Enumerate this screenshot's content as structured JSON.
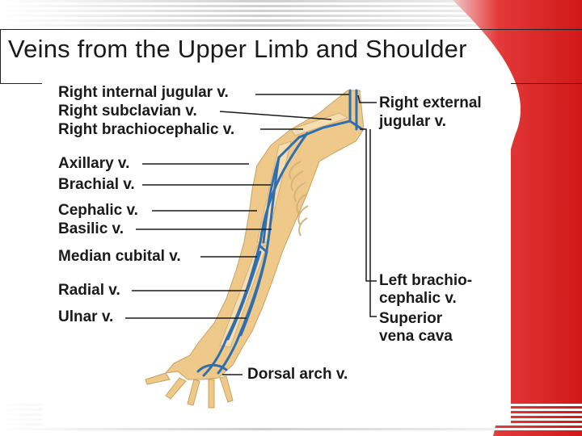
{
  "slide": {
    "title": "Veins from the Upper Limb and Shoulder"
  },
  "labels": {
    "right_internal_jugular": "Right internal jugular v.",
    "right_subclavian": "Right subclavian v.",
    "right_brachiocephalic": "Right brachiocephalic v.",
    "axillary": "Axillary v.",
    "brachial": "Brachial v.",
    "cephalic": "Cephalic v.",
    "basilic": "Basilic v.",
    "median_cubital": "Median cubital v.",
    "radial": "Radial v.",
    "ulnar": "Ulnar v.",
    "dorsal_arch": "Dorsal arch v.",
    "right_external_jugular_1": "Right external",
    "right_external_jugular_2": "jugular v.",
    "left_brachiocephalic_1": "Left brachio-",
    "left_brachiocephalic_2": "cephalic v.",
    "superior_vena_cava_1": "Superior",
    "superior_vena_cava_2": "vena cava"
  },
  "colors": {
    "vein": "#2f6fb0",
    "skin": "#eec98a",
    "bone": "#f6deb0",
    "leader": "#1a1a1a",
    "accent_red": "#e02020"
  }
}
